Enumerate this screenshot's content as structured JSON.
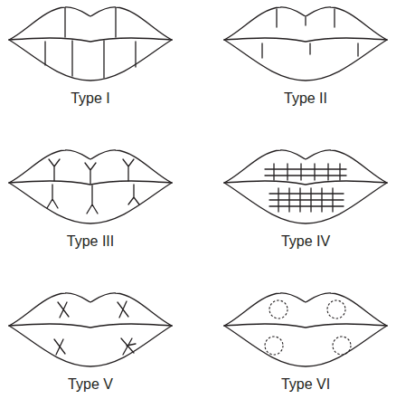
{
  "diagram": {
    "labels": [
      "Type I",
      "Type II",
      "Type III",
      "Type IV",
      "Type V",
      "Type VI"
    ]
  }
}
